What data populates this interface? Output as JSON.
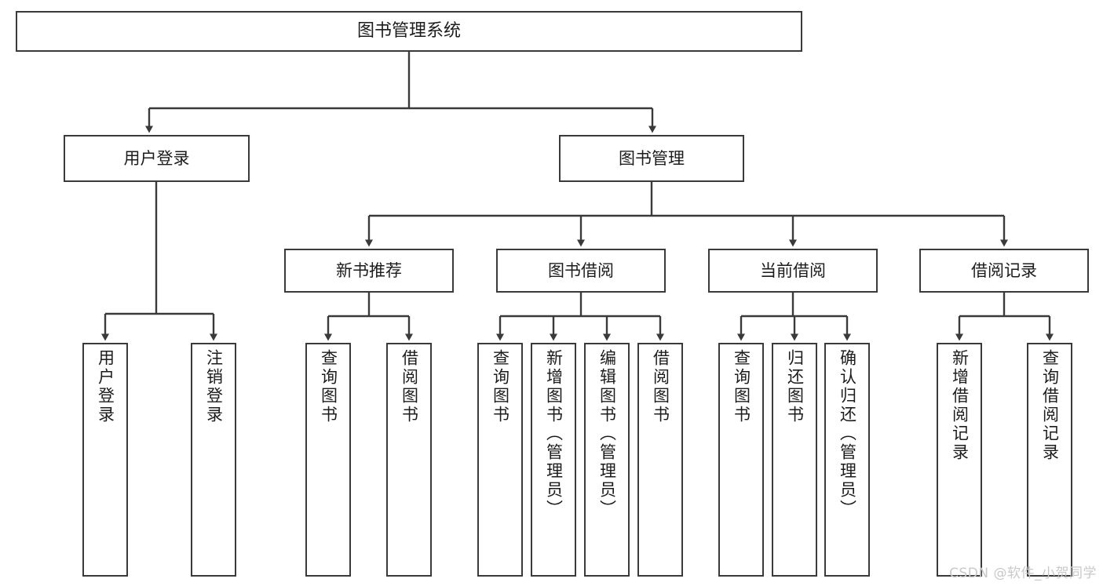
{
  "diagram": {
    "title": "图书管理系统",
    "type": "tree-hierarchy-chart",
    "root": {
      "label": "图书管理系统"
    },
    "level2": [
      {
        "label": "用户登录"
      },
      {
        "label": "图书管理"
      }
    ],
    "level3": [
      {
        "label": "新书推荐"
      },
      {
        "label": "图书借阅"
      },
      {
        "label": "当前借阅"
      },
      {
        "label": "借阅记录"
      }
    ],
    "leaves": {
      "user_login": [
        {
          "label": "用户登录"
        },
        {
          "label": "注销登录"
        }
      ],
      "new_book_recommend": [
        {
          "label": "查询图书"
        },
        {
          "label": "借阅图书"
        }
      ],
      "book_borrow": [
        {
          "label": "查询图书"
        },
        {
          "label": "新增图书（管理员）"
        },
        {
          "label": "编辑图书（管理员）"
        },
        {
          "label": "借阅图书"
        }
      ],
      "current_borrow": [
        {
          "label": "查询图书"
        },
        {
          "label": "归还图书"
        },
        {
          "label": "确认归还（管理员）"
        }
      ],
      "borrow_record": [
        {
          "label": "新增借阅记录"
        },
        {
          "label": "查询借阅记录"
        }
      ]
    }
  },
  "watermark": {
    "text": "CSDN @软件_小贺同学"
  },
  "colors": {
    "box_border": "#3a3a3a",
    "box_fill": "#ffffff",
    "connector": "#3a3a3a",
    "text": "#1c1c1c",
    "watermark": "#c9c9c9"
  }
}
